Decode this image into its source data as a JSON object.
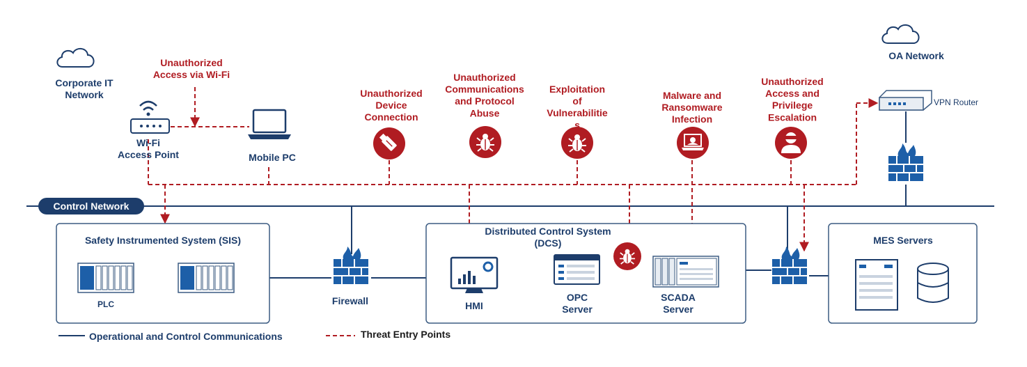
{
  "networks": {
    "corporate_it": "Corporate IT\nNetwork",
    "oa": "OA Network",
    "control": "Control Network"
  },
  "devices": {
    "wifi_ap": "Wi-Fi\nAccess Point",
    "mobile_pc": "Mobile PC",
    "vpn_router": "VPN Router",
    "plc": "PLC",
    "firewall": "Firewall",
    "hmi": "HMI",
    "opc_server": "OPC\nServer",
    "scada_server": "SCADA\nServer"
  },
  "zones": {
    "sis": "Safety Instrumented System (SIS)",
    "dcs": "Distributed Control System\n(DCS)",
    "mes": "MES Servers"
  },
  "threats": [
    {
      "label": "Unauthorized\nAccess via Wi-Fi",
      "icon": "none"
    },
    {
      "label": "Unauthorized\nDevice\nConnection",
      "icon": "usb-stick-icon"
    },
    {
      "label": "Unauthorized\nCommunications\nand Protocol\nAbuse",
      "icon": "bug-icon"
    },
    {
      "label": "Exploitation\nof\nVulnerabilitie\ns",
      "icon": "bug-icon"
    },
    {
      "label": "Malware and\nRansomware\nInfection",
      "icon": "infected-laptop-icon"
    },
    {
      "label": "Unauthorized\nAccess and\nPrivilege\nEscalation",
      "icon": "hacker-icon"
    }
  ],
  "legend": {
    "solid": "Operational and Control Communications",
    "dashed": "Threat Entry Points"
  },
  "colors": {
    "navy": "#1d3d6b",
    "blue": "#1d5fa8",
    "threat_red": "#b01c22",
    "box_border": "#3b5b82"
  }
}
